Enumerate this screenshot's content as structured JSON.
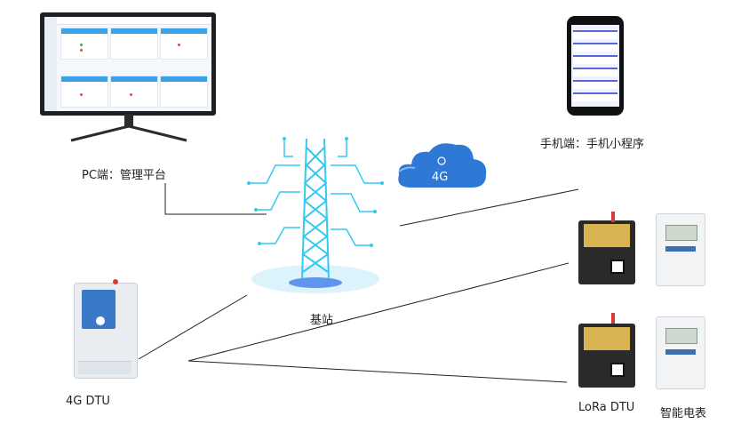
{
  "labels": {
    "pc": "PC端：管理平台",
    "mobile": "手机端：手机小程序",
    "cloud": "4G",
    "tower": "基站",
    "dtu": "4G DTU",
    "lora": "LoRa DTU",
    "meter": "智能电表"
  },
  "colors": {
    "cloud": "#2e78d6",
    "tower": "#35c9f0",
    "line": "#222222"
  },
  "icons": {
    "cloud_icon": "cloud-icon",
    "tower_icon": "cell-tower-icon"
  }
}
